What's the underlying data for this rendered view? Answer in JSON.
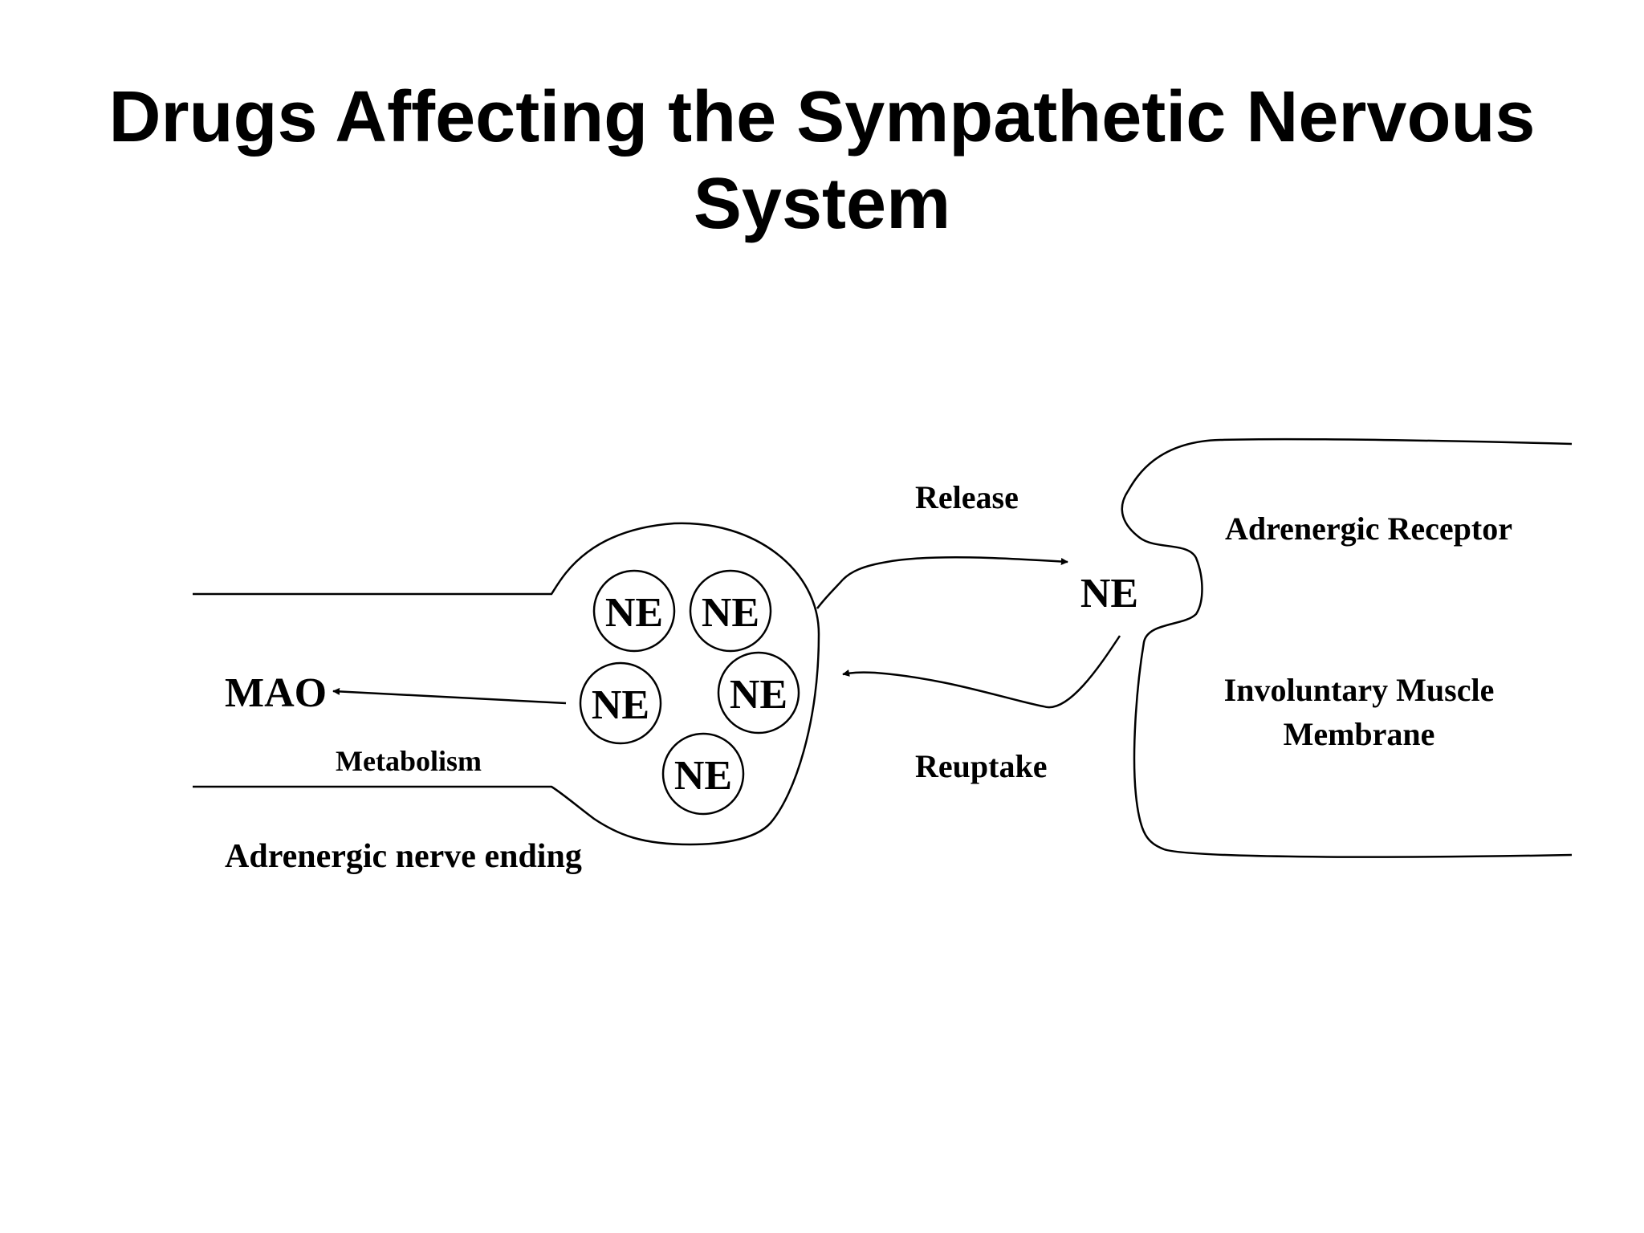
{
  "title": {
    "line1": "Drugs Affecting the Sympathetic Nervous",
    "line2": "System"
  },
  "diagram": {
    "vesicles": [
      {
        "label": "NE"
      },
      {
        "label": "NE"
      },
      {
        "label": "NE"
      },
      {
        "label": "NE"
      },
      {
        "label": "NE"
      }
    ],
    "mao_label": "MAO",
    "metabolism_label": "Metabolism",
    "nerve_ending_label": "Adrenergic nerve ending",
    "release_label": "Release",
    "reuptake_label": "Reuptake",
    "ne_synapse_label": "NE",
    "receptor_label": "Adrenergic Receptor",
    "muscle_label_line1": "Involuntary Muscle",
    "muscle_label_line2": "Membrane"
  }
}
